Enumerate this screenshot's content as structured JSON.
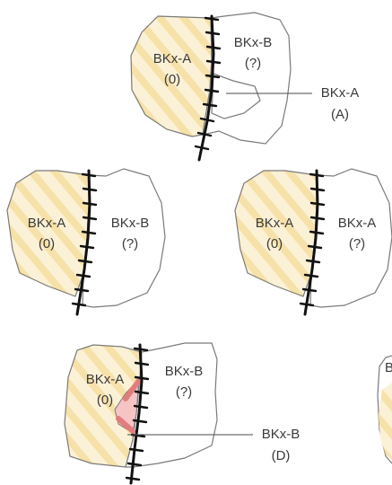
{
  "panels": [
    {
      "id": "top",
      "left_label": "BKx-A",
      "left_sub": "(0)",
      "right_label": "BKx-B",
      "right_sub": "(?)",
      "callout_label": "BKx-A",
      "callout_sub": "(A)"
    },
    {
      "id": "middle-left",
      "left_label": "BKx-A",
      "left_sub": "(0)",
      "right_label": "BKx-B",
      "right_sub": "(?)"
    },
    {
      "id": "middle-right",
      "left_label": "BKx-A",
      "left_sub": "(0)",
      "right_label": "BKx-A",
      "right_sub": "(?)"
    },
    {
      "id": "bottom-left",
      "left_label": "BKx-A",
      "left_sub": "(0)",
      "right_label": "BKx-B",
      "right_sub": "(?)",
      "callout_label": "BKx-B",
      "callout_sub": "(D)"
    }
  ],
  "partial_panel_letter": "B",
  "colors": {
    "hatch_fill": "#fbf1d6",
    "hatch_stripe": "#f6e1a8",
    "outline": "#7a7a7a",
    "rail": "#111111",
    "pink": "#f2b4b4",
    "pink_line": "#e37d7d"
  }
}
